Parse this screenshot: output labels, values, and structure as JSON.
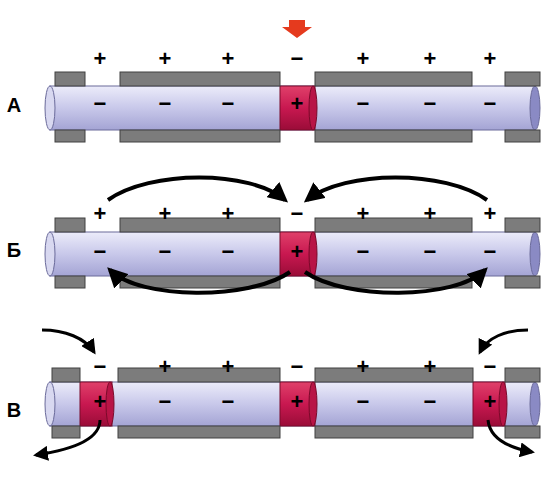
{
  "diagram": {
    "labels": [
      "А",
      "+",
      "+",
      "+",
      "−",
      "+",
      "+",
      "+",
      "−",
      "−",
      "−",
      "+",
      "−",
      "−",
      "−",
      "Б",
      "+",
      "+",
      "+",
      "−",
      "+",
      "+",
      "+",
      "−",
      "−",
      "−",
      "+",
      "−",
      "−",
      "−",
      "В",
      "−",
      "+",
      "+",
      "−",
      "+",
      "+",
      "−",
      "+",
      "−",
      "−",
      "+",
      "−",
      "−",
      "+"
    ]
  }
}
